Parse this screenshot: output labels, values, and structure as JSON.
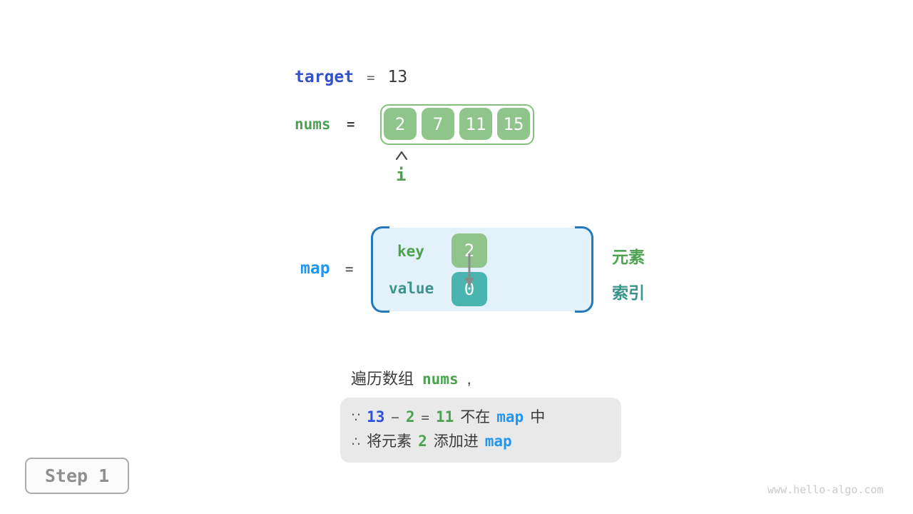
{
  "colors": {
    "green": "#8FC48A",
    "green-border": "#86BE80",
    "green-text": "#4DA251",
    "teal": "#4AB5AE",
    "teal-text": "#3A948D",
    "indigo": "#3351C9",
    "blue": "#2196F3",
    "bracket-blue": "#2479BE",
    "map-fill": "#E3F1FA",
    "box-gray": "#E9E9E9",
    "dark": "#3A3A3A",
    "arrow-gray": "#8A8A8A",
    "step-gray": "#8F8F8F",
    "watermark-gray": "#CBCBCB"
  },
  "target": {
    "label": "target",
    "equals": "=",
    "value": "13"
  },
  "nums": {
    "label": "nums",
    "equals": "=",
    "values": [
      "2",
      "7",
      "11",
      "15"
    ],
    "pointer_label": "i"
  },
  "map": {
    "label": "map",
    "equals": "=",
    "key_label": "key",
    "value_label": "value",
    "entry_key": "2",
    "entry_value": "0",
    "legend_element": "元素",
    "legend_index": "索引"
  },
  "caption": {
    "prefix": "遍历数组",
    "code": "nums",
    "comma": ","
  },
  "reasoning": {
    "because": "∵",
    "minuend": "13",
    "minus": "−",
    "subtrahend": "2",
    "equals": "=",
    "difference": "11",
    "not_in": "不在",
    "map_ref1": "map",
    "in_suffix": "中",
    "therefore": "∴",
    "add_prefix": "将元素",
    "element": "2",
    "add_verb": "添加进",
    "map_ref2": "map"
  },
  "step_badge": {
    "label": "Step 1"
  },
  "watermark": "www.hello-algo.com"
}
